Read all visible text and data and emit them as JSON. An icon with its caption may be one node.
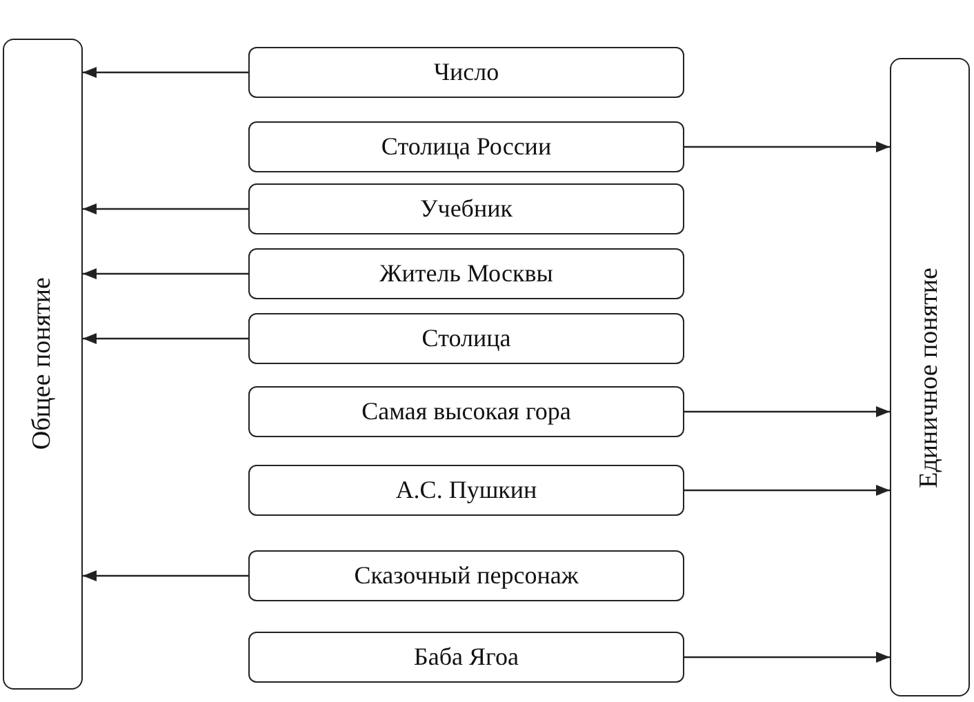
{
  "diagram": {
    "nodes": [
      {
        "text": [
          "Общее понятие"
        ]
      },
      {
        "text": [
          "Единичное понятие"
        ]
      },
      {
        "text": [
          "Число"
        ]
      },
      {
        "text": [
          "Столица России"
        ]
      },
      {
        "text": [
          "Учебник"
        ]
      },
      {
        "text": [
          "Житель Москвы"
        ]
      },
      {
        "text": [
          "Столица"
        ]
      },
      {
        "text": [
          "Самая высокая гора"
        ]
      },
      {
        "text": [
          "А.С. Пушкин"
        ]
      },
      {
        "text": [
          "Сказочный персонаж"
        ]
      },
      {
        "text": [
          "Баба Ягоа"
        ]
      }
    ],
    "edges": [
      {
        "from": 2,
        "to": 0,
        "arrow": "to"
      },
      {
        "from": 3,
        "to": 1,
        "arrow": "to"
      },
      {
        "from": 4,
        "to": 0,
        "arrow": "to"
      },
      {
        "from": 5,
        "to": 0,
        "arrow": "to"
      },
      {
        "from": 6,
        "to": 0,
        "arrow": "to"
      },
      {
        "from": 7,
        "to": 1,
        "arrow": "to"
      },
      {
        "from": 8,
        "to": 1,
        "arrow": "to"
      },
      {
        "from": 9,
        "to": 0,
        "arrow": "to"
      },
      {
        "from": 10,
        "to": 1,
        "arrow": "to"
      }
    ]
  }
}
